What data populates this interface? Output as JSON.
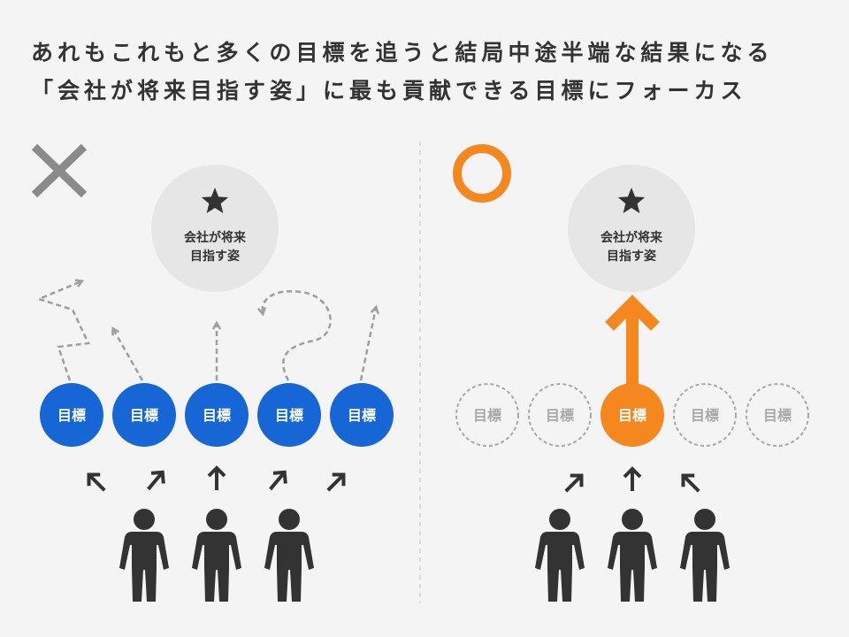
{
  "title": {
    "line1": "あれもこれもと多くの目標を追うと結局中途半端な結果になる",
    "line2": "「会社が将来目指す姿」に最も貢献できる目標にフォーカス"
  },
  "left": {
    "mark_icon": "cross-mark-icon",
    "vision": {
      "icon": "star-icon",
      "line1": "会社が将来",
      "line2": "目指す姿"
    },
    "goals": [
      "目標",
      "目標",
      "目標",
      "目標",
      "目標"
    ],
    "people_count": 3
  },
  "right": {
    "mark_icon": "circle-mark-icon",
    "vision": {
      "icon": "star-icon",
      "line1": "会社が将来",
      "line2": "目指す姿"
    },
    "goals": [
      "目標",
      "目標",
      "目標",
      "目標",
      "目標"
    ],
    "focused_goal_index": 2,
    "people_count": 3
  },
  "colors": {
    "background": "#f4f4f4",
    "text": "#333333",
    "goal_blue": "#1766d6",
    "focus_orange": "#f5871f",
    "muted_gray": "#a8a8a8",
    "vision_circle": "#e6e6e6"
  }
}
